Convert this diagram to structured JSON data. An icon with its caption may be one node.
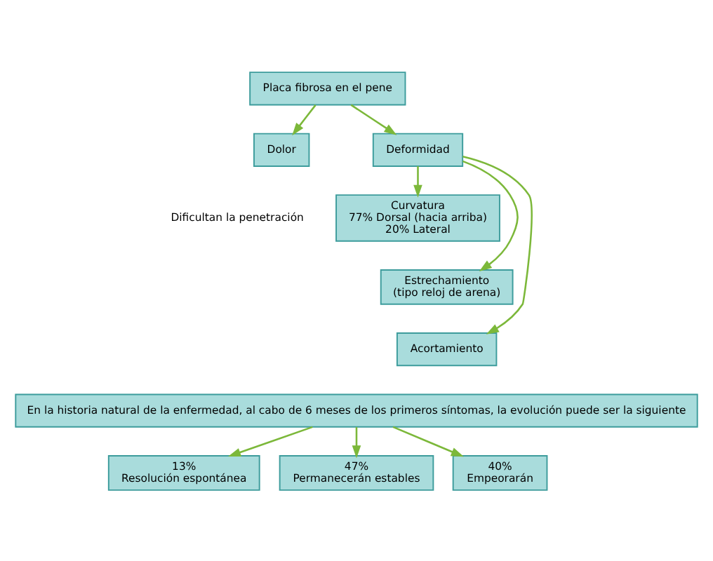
{
  "diagram": {
    "nodes": [
      {
        "text": [
          "Placa fibrosa en el pene"
        ]
      },
      {
        "text": [
          "Dolor"
        ]
      },
      {
        "text": [
          "Deformidad"
        ]
      },
      {
        "text": [
          "Curvatura",
          "77% Dorsal (hacia arriba)",
          "20% Lateral"
        ]
      },
      {
        "text": [
          "Estrechamiento",
          "(tipo reloj de arena)"
        ]
      },
      {
        "text": [
          "Acortamiento"
        ]
      },
      {
        "text": [
          "En la historia natural de la enfermedad, al cabo de 6 meses de los primeros síntomas, la evolución puede ser la siguiente"
        ]
      },
      {
        "text": [
          "13%",
          "Resolución espontánea"
        ]
      },
      {
        "text": [
          "47%",
          "Permanecerán estables"
        ]
      },
      {
        "text": [
          "40%",
          "Empeorarán"
        ]
      }
    ],
    "edges": [
      {
        "from": 0,
        "to": 1,
        "arrow": "to"
      },
      {
        "from": 0,
        "to": 2,
        "arrow": "to"
      },
      {
        "from": 2,
        "to": 3,
        "arrow": "to"
      },
      {
        "from": 2,
        "to": 4,
        "arrow": "to"
      },
      {
        "from": 2,
        "to": 5,
        "arrow": "to"
      },
      {
        "from": 6,
        "to": 7,
        "arrow": "to"
      },
      {
        "from": 6,
        "to": 8,
        "arrow": "to"
      },
      {
        "from": 6,
        "to": 9,
        "arrow": "to"
      }
    ],
    "labels": [
      "Dificultan la penetración"
    ]
  }
}
